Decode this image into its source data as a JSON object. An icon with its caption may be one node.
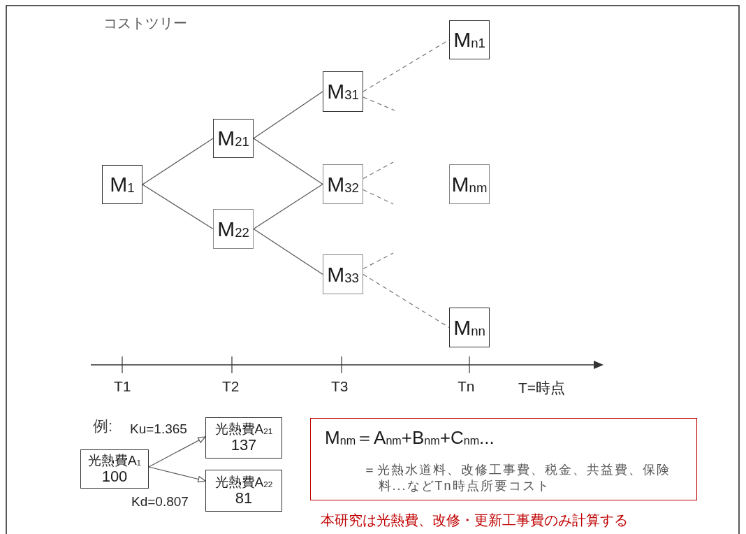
{
  "diagram": {
    "title": "コストツリー",
    "nodes": [
      {
        "text": [
          "M$_{1}$"
        ]
      },
      {
        "text": [
          "M$_{21}$"
        ]
      },
      {
        "text": [
          "M$_{22}$"
        ]
      },
      {
        "text": [
          "M$_{31}$"
        ]
      },
      {
        "text": [
          "M$_{32}$"
        ]
      },
      {
        "text": [
          "M$_{33}$"
        ]
      },
      {
        "text": [
          "M$_{n1}$"
        ]
      },
      {
        "text": [
          "M$_{nm}$"
        ]
      },
      {
        "text": [
          "M$_{nn}$"
        ]
      },
      {
        "text": [
          "光熱費A$_{1}$",
          "100"
        ]
      },
      {
        "text": [
          "光熱費A$_{21}$",
          "137"
        ]
      },
      {
        "text": [
          "光熱費A$_{22}$",
          "81"
        ]
      },
      {
        "text": [
          "M$_{nm}$＝A$_{nm}$+B$_{nm}$+C$_{nm}$...",
          "＝光熱水道料、改修工事費、税金、共益費、保険料...などTn時点所要コスト"
        ]
      }
    ],
    "edges": [
      {
        "from": 0,
        "to": 1,
        "arrow": "none"
      },
      {
        "from": 0,
        "to": 2,
        "arrow": "none"
      },
      {
        "from": 1,
        "to": 3,
        "arrow": "none"
      },
      {
        "from": 1,
        "to": 4,
        "arrow": "none"
      },
      {
        "from": 2,
        "to": 4,
        "arrow": "none"
      },
      {
        "from": 2,
        "to": 5,
        "arrow": "none"
      },
      {
        "from": 3,
        "to": 6,
        "arrow": "none",
        "style": "dashed"
      },
      {
        "from": 3,
        "to": null,
        "arrow": "none",
        "style": "dashed"
      },
      {
        "from": 4,
        "to": null,
        "arrow": "none",
        "style": "dashed"
      },
      {
        "from": 4,
        "to": null,
        "arrow": "none",
        "style": "dashed"
      },
      {
        "from": 5,
        "to": null,
        "arrow": "none",
        "style": "dashed"
      },
      {
        "from": 5,
        "to": 8,
        "arrow": "none",
        "style": "dashed"
      },
      {
        "from": 9,
        "to": 10,
        "arrow": "to",
        "label": "Ku=1.365"
      },
      {
        "from": 9,
        "to": 11,
        "arrow": "to",
        "label": "Kd=0.807"
      }
    ],
    "labels": [
      "T1",
      "T2",
      "T3",
      "Tn",
      "T=時点",
      "例:",
      "本研究は光熱費、改修・更新工事費のみ計算する"
    ]
  }
}
